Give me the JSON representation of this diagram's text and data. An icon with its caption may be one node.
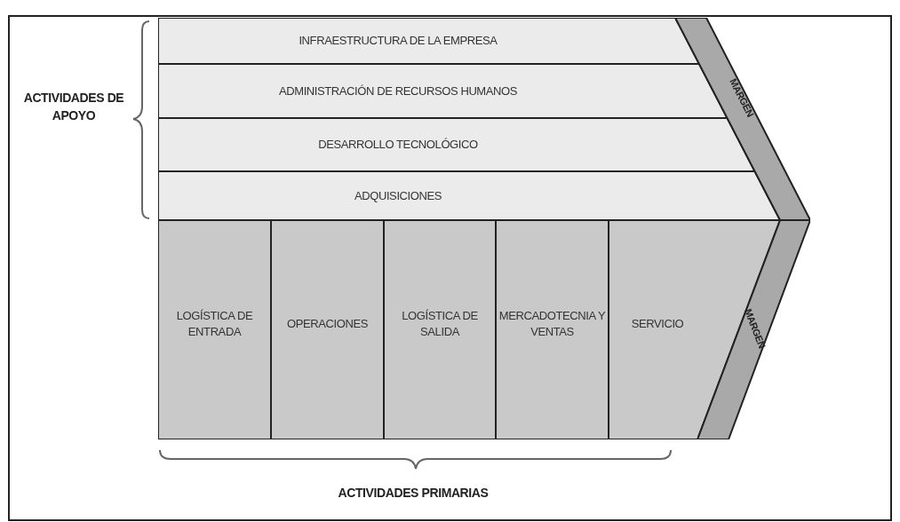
{
  "diagram": {
    "nodes": [
      {
        "text": [
          "INFRAESTRUCTURA DE LA EMPRESA"
        ]
      },
      {
        "text": [
          "ADMINISTRACIÓN DE RECURSOS HUMANOS"
        ]
      },
      {
        "text": [
          "DESARROLLO TECNOLÓGICO"
        ]
      },
      {
        "text": [
          "ADQUISICIONES"
        ]
      },
      {
        "text": [
          "MARGEN"
        ]
      },
      {
        "text": [
          "LOGÍSTICA DE ENTRADA"
        ]
      },
      {
        "text": [
          "OPERACIONES"
        ]
      },
      {
        "text": [
          "LOGÍSTICA DE SALIDA"
        ]
      },
      {
        "text": [
          "MERCADOTECNIA Y VENTAS"
        ]
      },
      {
        "text": [
          "SERVICIO"
        ]
      },
      {
        "text": [
          "MARGEN"
        ]
      }
    ],
    "labels": [
      "ACTIVIDADES DE APOYO",
      "ACTIVIDADES PRIMARIAS"
    ]
  }
}
